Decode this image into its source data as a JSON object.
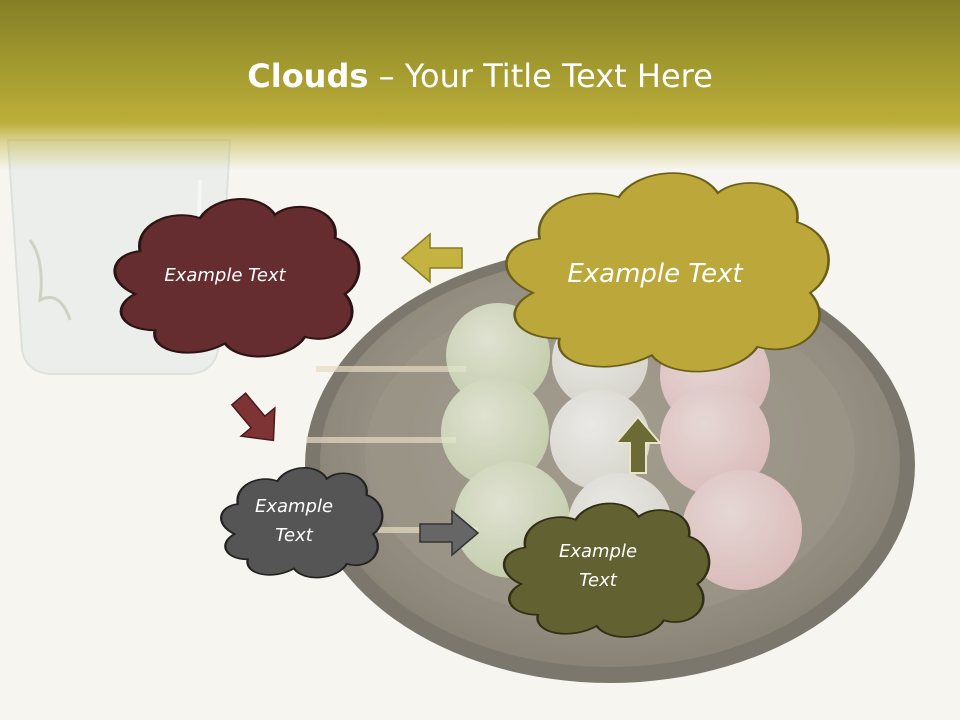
{
  "slide": {
    "title_bold": "Clouds",
    "title_dash": " – ",
    "title_rest": "Your Title Text Here"
  },
  "clouds": [
    {
      "id": "maroon",
      "text": "Example Text",
      "color": "#662d31"
    },
    {
      "id": "olive",
      "text": "Example Text",
      "color": "#bca83a"
    },
    {
      "id": "gray",
      "text": "Example Text",
      "color": "#555555"
    },
    {
      "id": "darkolive",
      "text": "Example Text",
      "color": "#616131"
    }
  ],
  "arrows": [
    {
      "id": "olive-to-maroon",
      "direction": "left",
      "color": "#c4b340"
    },
    {
      "id": "maroon-to-gray",
      "direction": "down-right",
      "color": "#7e3335"
    },
    {
      "id": "gray-to-darkolive",
      "direction": "right",
      "color": "#666666"
    },
    {
      "id": "darkolive-to-olive",
      "direction": "up",
      "color": "#6c6b36"
    }
  ]
}
